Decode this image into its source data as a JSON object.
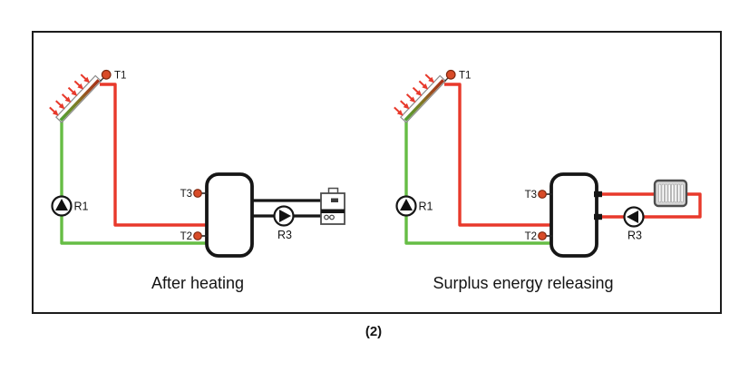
{
  "figure_caption": "(2)",
  "colors": {
    "hot_pipe": "#e8392b",
    "cold_pipe": "#66bd45",
    "plain_pipe": "#161616",
    "sensor_fill": "#d84b28",
    "sensor_stroke": "#7e2a12",
    "outline": "#1c1c1c",
    "radiator_fill": "#d6d6d6"
  },
  "diagrams": [
    {
      "title": "After heating",
      "labels": {
        "t1": "T1",
        "t3": "T3",
        "t2": "T2",
        "r1": "R1",
        "r3": "R3"
      },
      "components": [
        "solar-collector",
        "sun-arrows",
        "sensor-T1",
        "pump-R1",
        "storage-tank",
        "sensor-T3",
        "sensor-T2",
        "pump-R3",
        "boiler"
      ]
    },
    {
      "title": "Surplus energy releasing",
      "labels": {
        "t1": "T1",
        "t3": "T3",
        "t2": "T2",
        "r1": "R1",
        "r3": "R3"
      },
      "components": [
        "solar-collector",
        "sun-arrows",
        "sensor-T1",
        "pump-R1",
        "storage-tank",
        "sensor-T3",
        "sensor-T2",
        "pump-R3",
        "radiator"
      ]
    }
  ]
}
